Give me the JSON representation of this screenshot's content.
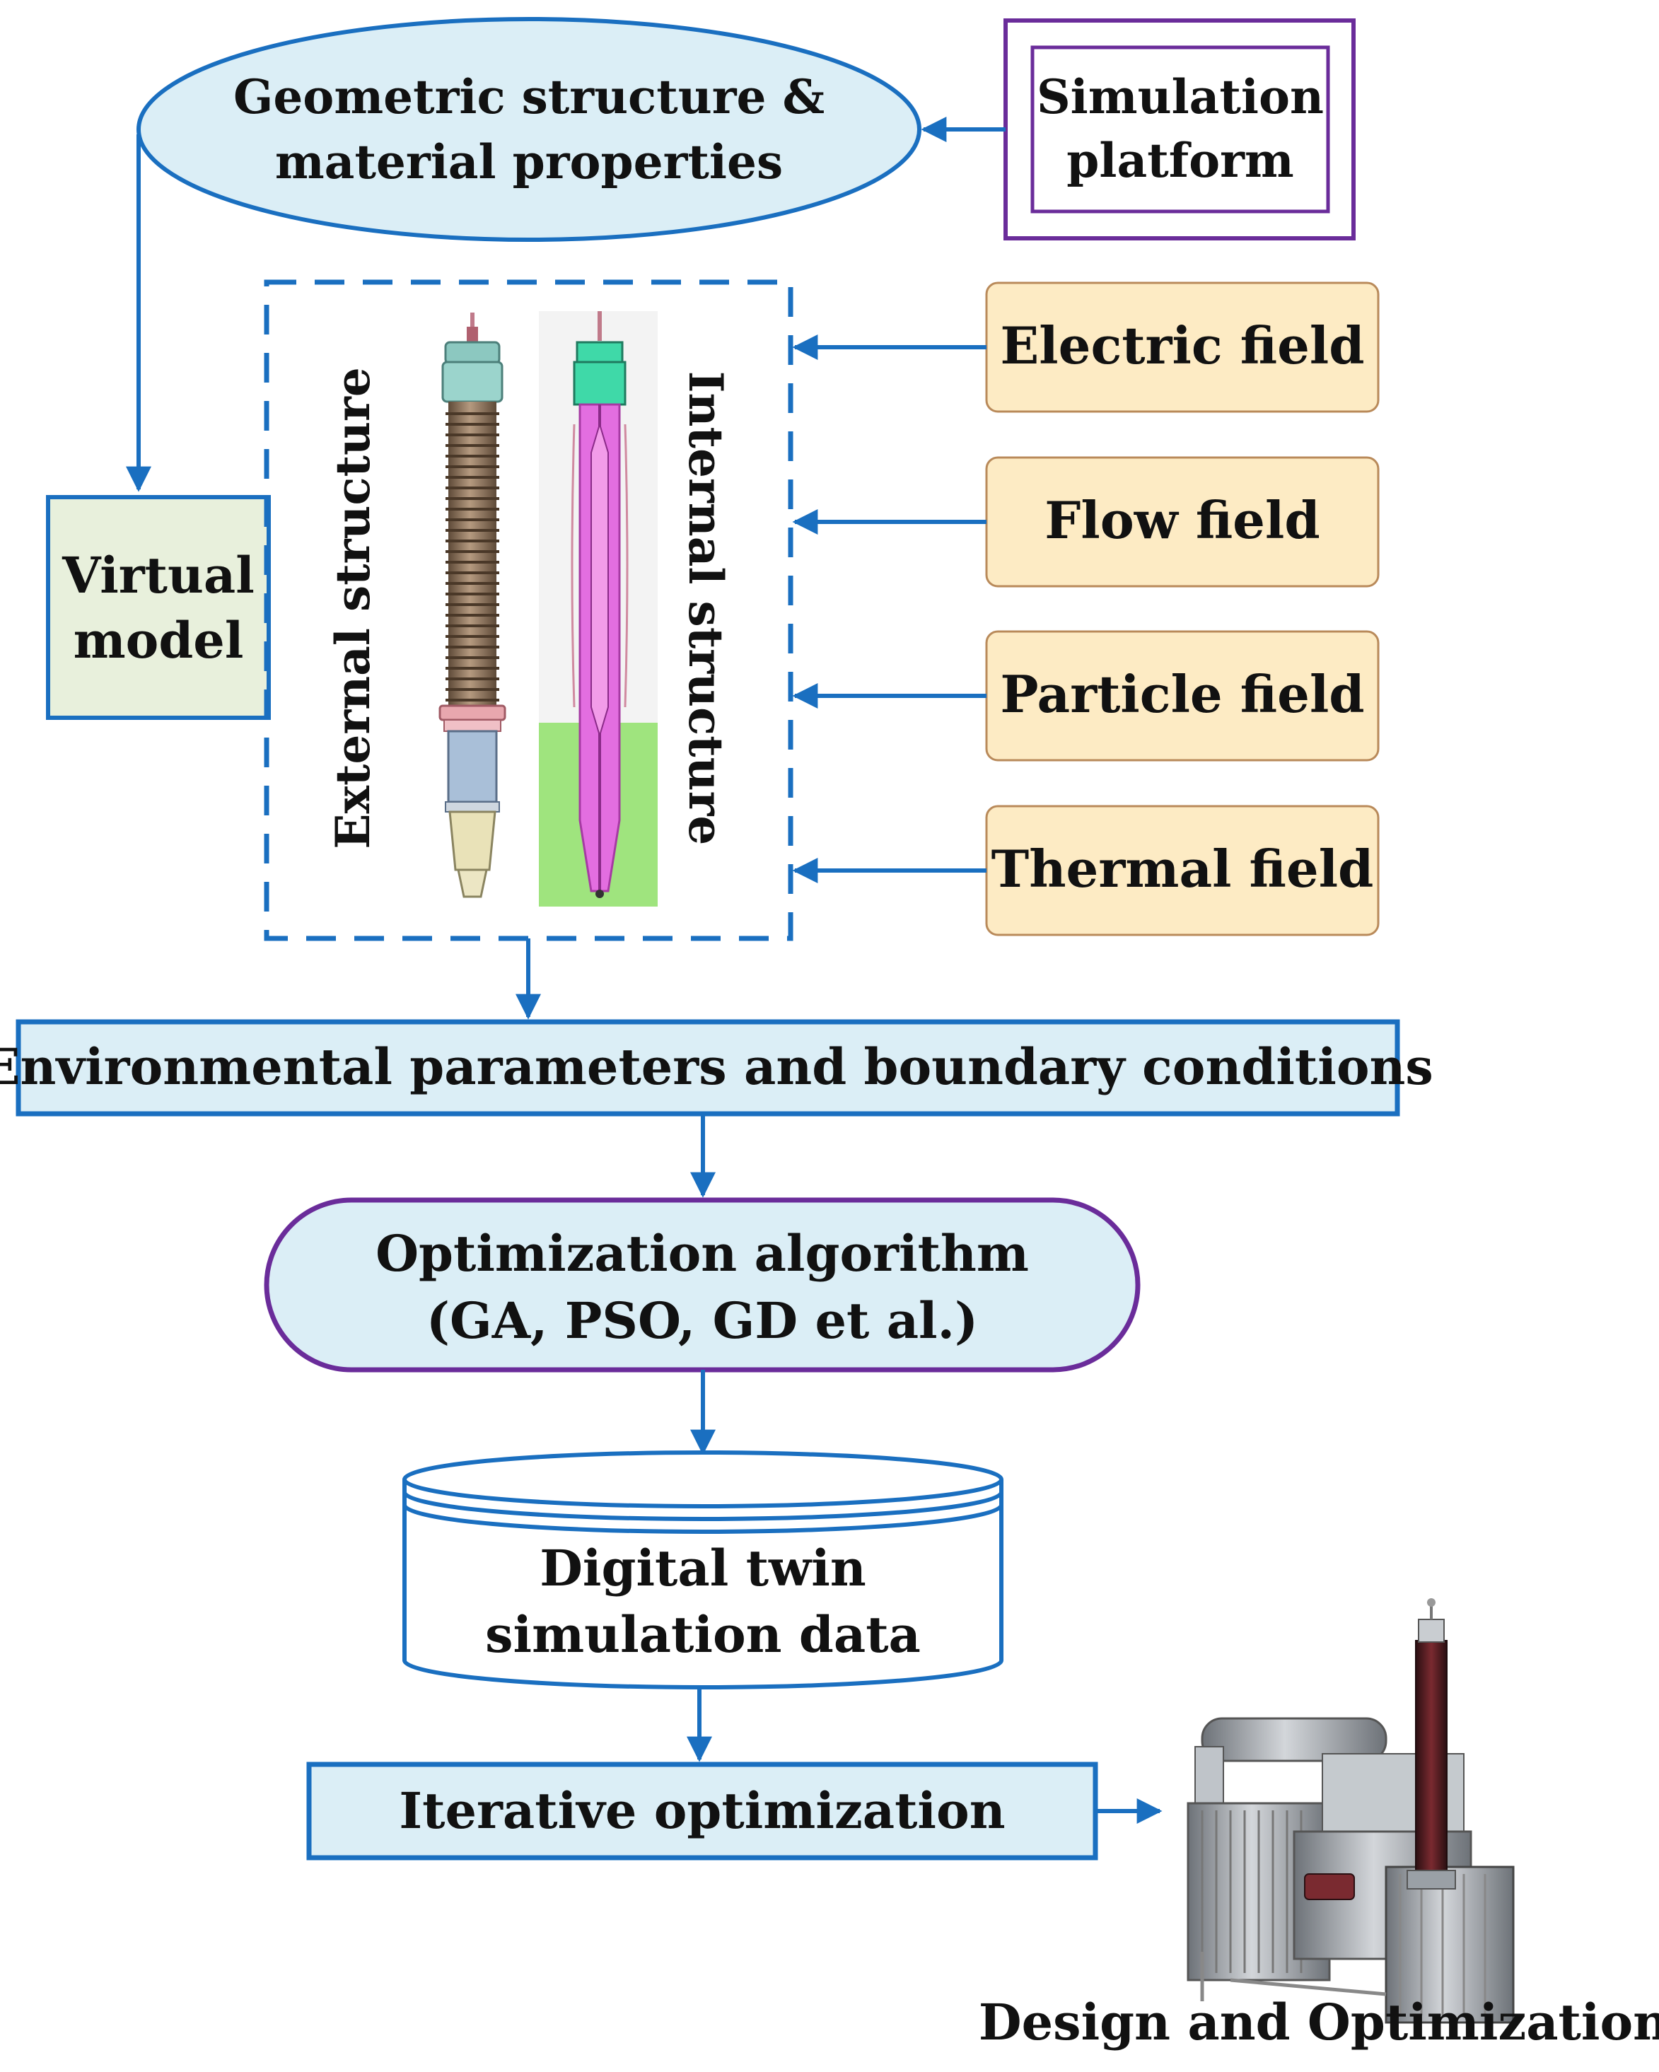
{
  "nodes": {
    "geometry": {
      "line1": "Geometric structure &",
      "line2": "material properties"
    },
    "simulation_platform": {
      "line1": "Simulation",
      "line2": "platform"
    },
    "virtual_model": {
      "line1": "Virtual",
      "line2": "model"
    },
    "structure_labels": {
      "external": "External structure",
      "internal": "Internal structure"
    },
    "fields": [
      "Electric field",
      "Flow field",
      "Particle field",
      "Thermal field"
    ],
    "environment": "Environmental parameters and boundary conditions",
    "optimization": {
      "line1": "Optimization algorithm",
      "line2": "(GA, PSO, GD et al.)"
    },
    "digital_twin": {
      "line1": "Digital twin",
      "line2": "simulation data"
    },
    "iterative": "Iterative optimization",
    "design": "Design and Optimization"
  },
  "colors": {
    "blue_stroke": "#1a6fc0",
    "purple_stroke": "#6a2c9a",
    "light_blue_fill": "#dbeef6",
    "field_fill": "#fdebc4",
    "field_stroke": "#b98a5a",
    "virtual_fill": "#e8f0dc"
  }
}
